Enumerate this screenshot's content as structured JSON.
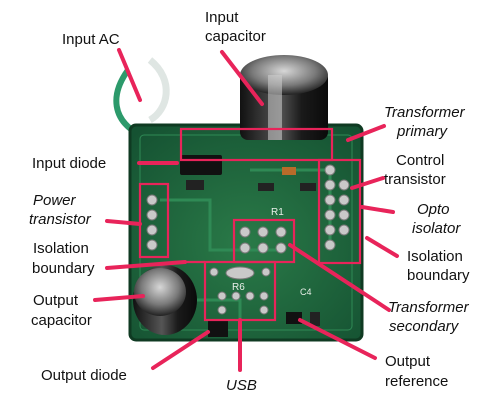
{
  "figure": {
    "colors": {
      "accent": "#e8245a",
      "pcb": "#1f6a3c",
      "pcb_dark": "#123f24",
      "wire": "#2c9a6b",
      "silkscreen": "#e8efe8"
    },
    "labels": {
      "input_ac": "Input AC",
      "input_capacitor_1": "Input",
      "input_capacitor_2": "capacitor",
      "transformer_primary_1": "Transformer",
      "transformer_primary_2": "primary",
      "input_diode": "Input diode",
      "control_transistor_1": "Control",
      "control_transistor_2": "transistor",
      "power_transistor_1": "Power",
      "power_transistor_2": "transistor",
      "opto_isolator_1": "Opto",
      "opto_isolator_2": "isolator",
      "isolation_boundary_left_1": "Isolation",
      "isolation_boundary_left_2": "boundary",
      "isolation_boundary_right_1": "Isolation",
      "isolation_boundary_right_2": "boundary",
      "output_capacitor_1": "Output",
      "output_capacitor_2": "capacitor",
      "transformer_secondary_1": "Transformer",
      "transformer_secondary_2": "secondary",
      "output_diode": "Output diode",
      "usb": "USB",
      "output_reference_1": "Output",
      "output_reference_2": "reference"
    }
  }
}
